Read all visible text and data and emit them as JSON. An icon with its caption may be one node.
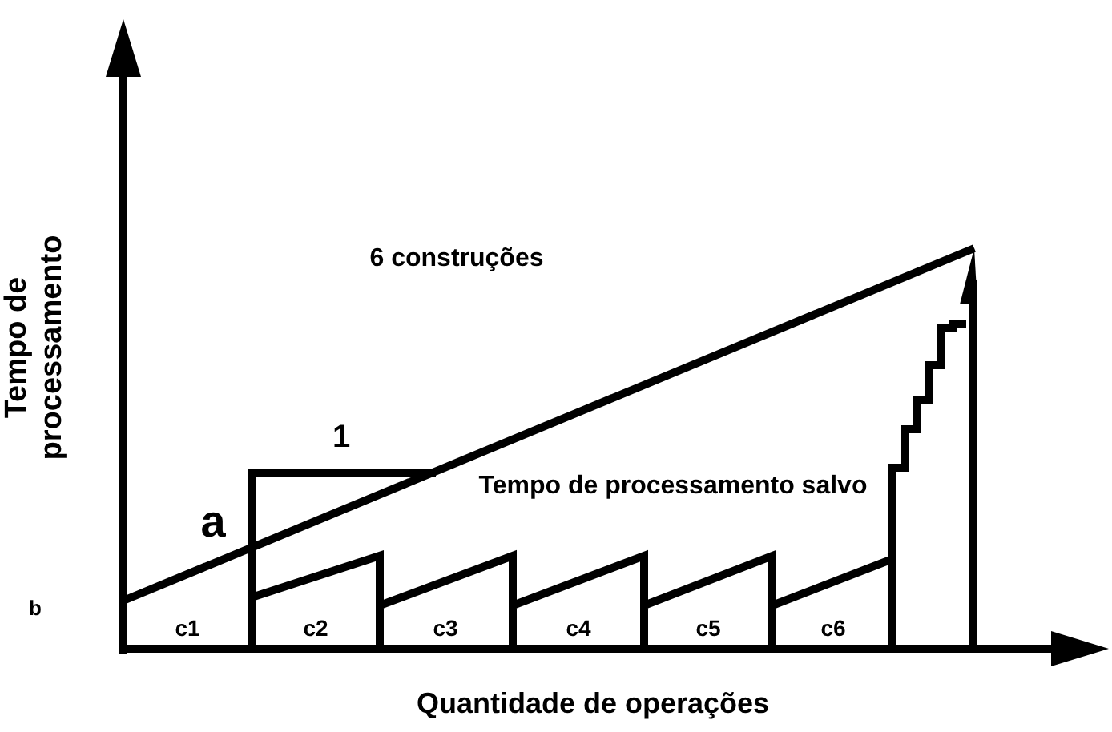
{
  "diagram": {
    "labels": [
      "Tempo de processamento",
      "6 construções",
      "1",
      "a",
      "Tempo de processamento salvo",
      "b",
      "c1",
      "c2",
      "c3",
      "c4",
      "c5",
      "c6",
      "Quantidade de operações"
    ]
  }
}
